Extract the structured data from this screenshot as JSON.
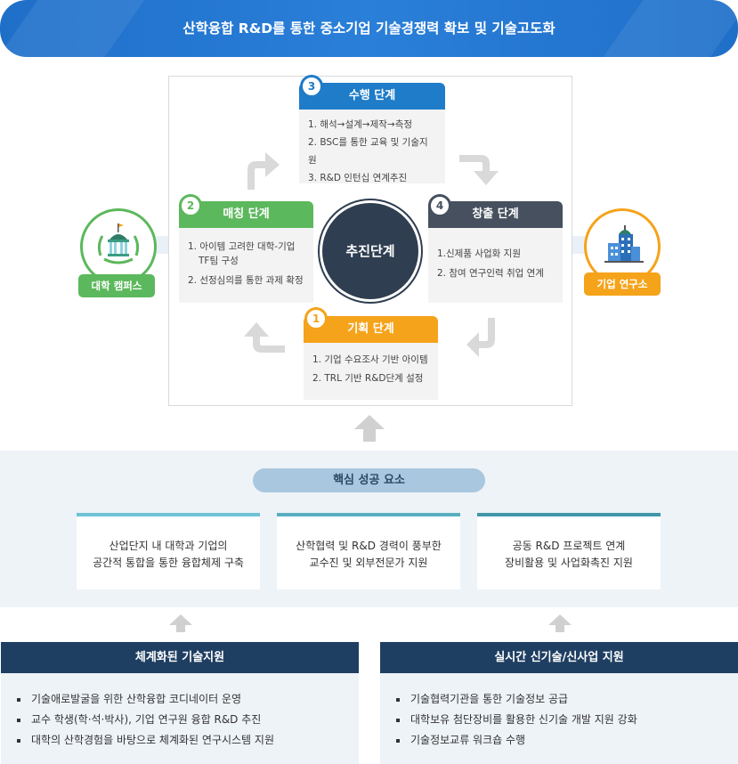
{
  "header": {
    "title": "산학융합 R&D를 통한 중소기업 기술경쟁력 확보 및 기술고도화"
  },
  "center": {
    "label": "추진단계"
  },
  "left_node": {
    "label": "대학 캠퍼스",
    "icon": "university-icon",
    "color": "#5cb85c"
  },
  "right_node": {
    "label": "기업 연구소",
    "icon": "building-icon",
    "color": "#f5a31a"
  },
  "stages": [
    {
      "num": "1",
      "title": "기획 단계",
      "color": "#f5a31a",
      "items": [
        "1. 기업 수요조사 기반 아이템",
        "2. TRL 기반 R&D단계 설정"
      ]
    },
    {
      "num": "2",
      "title": "매칭 단계",
      "color": "#5cb85c",
      "items": [
        "1. 아이템 고려한 대학-기업",
        "TF팀 구성",
        "2. 선정심의를 통한 과제 확정"
      ]
    },
    {
      "num": "3",
      "title": "수행 단계",
      "color": "#1e7cc8",
      "items": [
        "1. 해석→설계→제작→측정",
        "2. BSC를 통한 교육 및 기술지원",
        "3. R&D 인턴십 연계추진"
      ]
    },
    {
      "num": "4",
      "title": "창출 단계",
      "color": "#46505e",
      "items": [
        "1.신제품 사업화 지원",
        "2. 참여 연구인력 취업 연계"
      ]
    }
  ],
  "key_success": {
    "title": "핵심 성공 요소",
    "cards": [
      {
        "line1": "산업단지 내 대학과 기업의",
        "line2": "공간적 통합을 통한 융합체제 구축",
        "color": "#6ec3d6"
      },
      {
        "line1": "산학협력 및 R&D 경력이 풍부한",
        "line2": "교수진 및 외부전문가 지원",
        "color": "#58afc0"
      },
      {
        "line1": "공동 R&D 프로젝트 연계",
        "line2": "장비활용 및 사업화촉진 지원",
        "color": "#3f97a8"
      }
    ]
  },
  "support": [
    {
      "title": "체계화된 기술지원",
      "items": [
        "기술애로발굴을 위한 산학융합 코디네이터 운영",
        "교수 학생(학·석·박사), 기업 연구원 융합 R&D 추진",
        "대학의 산학경험을 바탕으로 체계화된 연구시스템 지원"
      ]
    },
    {
      "title": "실시간 신기술/신사업 지원",
      "items": [
        "기술협력기관을 통한 기술정보 공급",
        "대학보유 첨단장비를 활용한 신기술 개발 지원 강화",
        "기술정보교류 워크숍 수행"
      ]
    }
  ]
}
